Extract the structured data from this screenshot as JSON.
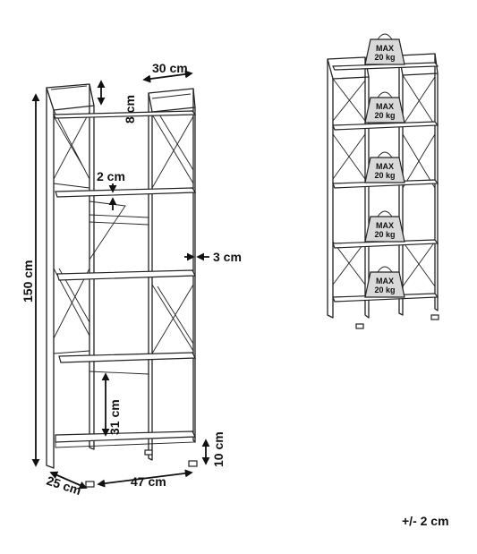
{
  "dimensions": {
    "depth_top": "30 cm",
    "top_gap": "8 cm",
    "shelf_thickness": "2 cm",
    "side_offset": "3 cm",
    "height": "150 cm",
    "shelf_gap": "31 cm",
    "leg_height": "10 cm",
    "depth": "25 cm",
    "width": "47 cm"
  },
  "weight_label": {
    "line1": "MAX",
    "line2": "20 kg"
  },
  "tolerance": "+/- 2 cm"
}
